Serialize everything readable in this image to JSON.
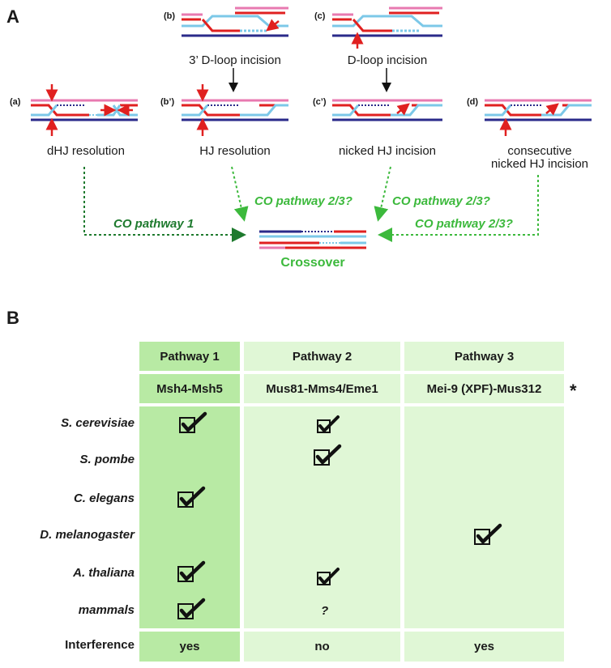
{
  "panel_a": {
    "letter": "A",
    "schemes": {
      "a": {
        "tag": "(a)",
        "label": "dHJ resolution"
      },
      "b": {
        "tag": "(b)",
        "label": "3’ D-loop incision"
      },
      "bp": {
        "tag": "(b’)",
        "label": "HJ resolution"
      },
      "c": {
        "tag": "(c)",
        "label": "D-loop incision"
      },
      "cp": {
        "tag": "(c’)",
        "label": "nicked HJ incision"
      },
      "d": {
        "tag": "(d)",
        "label_line1": "consecutive",
        "label_line2": "nicked HJ incision"
      }
    },
    "pathways": {
      "p1": "CO pathway 1",
      "p23_left": "CO pathway 2/3?",
      "p23_mid": "CO pathway 2/3?",
      "p23_right": "CO pathway 2/3?"
    },
    "product": "Crossover",
    "colors": {
      "dark_green": "#1e7a2e",
      "light_green": "#3cb93c",
      "red": "#e02020",
      "pink": "#e87ab0",
      "light_blue": "#7cc8e8",
      "navy": "#2a2a8a"
    }
  },
  "panel_b": {
    "letter": "B",
    "headers": [
      "Pathway 1",
      "Pathway 2",
      "Pathway 3"
    ],
    "proteins": [
      "Msh4-Msh5",
      "Mus81-Mms4/Eme1",
      "Mei-9 (XPF)-Mus312"
    ],
    "asterisk": "*",
    "rows": [
      {
        "organism": "S. cerevisiae",
        "p1": true,
        "p2": true,
        "p3": false
      },
      {
        "organism": "S. pombe",
        "p1": false,
        "p2": true,
        "p3": false
      },
      {
        "organism": "C. elegans",
        "p1": true,
        "p2": false,
        "p3": false
      },
      {
        "organism": "D.  melanogaster",
        "p1": false,
        "p2": false,
        "p3": true
      },
      {
        "organism": "A. thaliana",
        "p1": true,
        "p2": true,
        "p3": false
      },
      {
        "organism": "mammals",
        "p1": true,
        "p2": "?",
        "p3": false
      }
    ],
    "interference": {
      "label": "Interference",
      "values": [
        "yes",
        "no",
        "yes"
      ]
    },
    "colors": {
      "pathway1": "#b8eaa4",
      "other": "#e0f7d6"
    }
  }
}
